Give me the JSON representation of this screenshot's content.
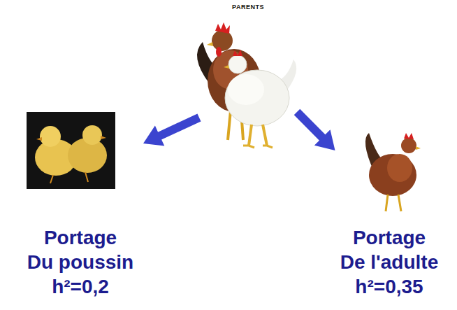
{
  "diagram": {
    "nodes": [
      {
        "text": [
          "PARENTS"
        ]
      },
      {
        "text": [
          "Portage",
          "Du poussin",
          "h²=0,2"
        ]
      },
      {
        "text": [
          "Portage",
          "De l'adulte",
          "h²=0,35"
        ]
      }
    ],
    "edges": [
      {
        "from": 0,
        "to": 1,
        "arrow": "to"
      },
      {
        "from": 0,
        "to": 2,
        "arrow": "to"
      }
    ]
  }
}
